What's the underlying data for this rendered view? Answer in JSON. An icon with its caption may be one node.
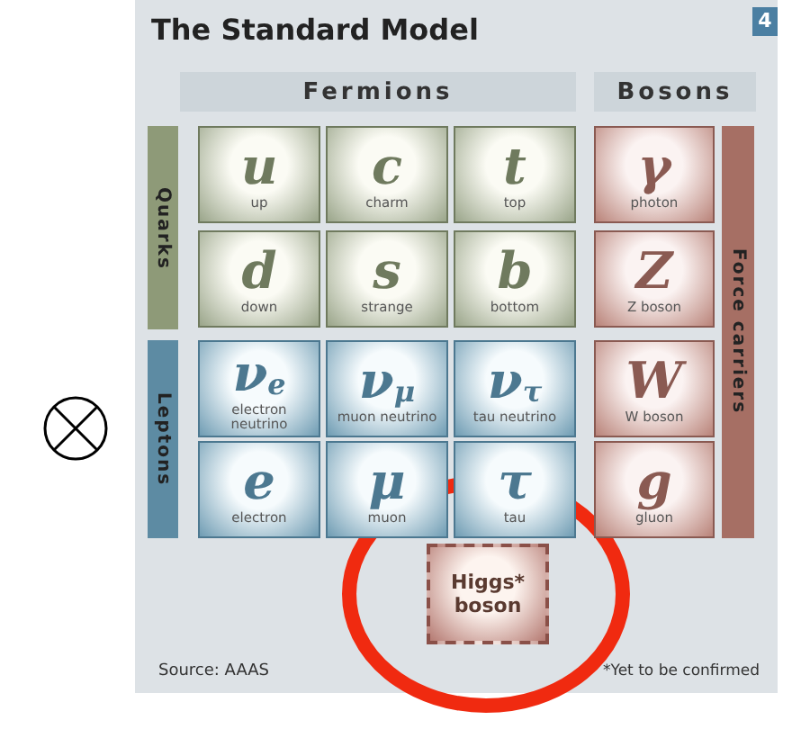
{
  "diagram": {
    "title": "The Standard Model",
    "nodes": [
      {
        "text": [
          "Fermions"
        ]
      },
      {
        "text": [
          "Bosons"
        ]
      },
      {
        "text": [
          "Quarks"
        ]
      },
      {
        "text": [
          "Leptons"
        ]
      },
      {
        "text": [
          "Force carriers"
        ]
      },
      {
        "text": [
          "u",
          "up"
        ]
      },
      {
        "text": [
          "c",
          "charm"
        ]
      },
      {
        "text": [
          "t",
          "top"
        ]
      },
      {
        "text": [
          "γ",
          "photon"
        ]
      },
      {
        "text": [
          "d",
          "down"
        ]
      },
      {
        "text": [
          "s",
          "strange"
        ]
      },
      {
        "text": [
          "b",
          "bottom"
        ]
      },
      {
        "text": [
          "Z",
          "Z boson"
        ]
      },
      {
        "text": [
          "ν$_{e}$",
          "electron neutrino"
        ]
      },
      {
        "text": [
          "ν$_{μ}$",
          "muon neutrino"
        ]
      },
      {
        "text": [
          "ν$_{τ}$",
          "tau neutrino"
        ]
      },
      {
        "text": [
          "W",
          "W boson"
        ]
      },
      {
        "text": [
          "e",
          "electron"
        ]
      },
      {
        "text": [
          "μ",
          "muon"
        ]
      },
      {
        "text": [
          "τ",
          "tau"
        ]
      },
      {
        "text": [
          "g",
          "gluon"
        ]
      },
      {
        "text": [
          "Higgs* boson"
        ]
      }
    ],
    "labels": [
      "4",
      "Source: AAAS",
      "*Yet to be confirmed"
    ]
  }
}
